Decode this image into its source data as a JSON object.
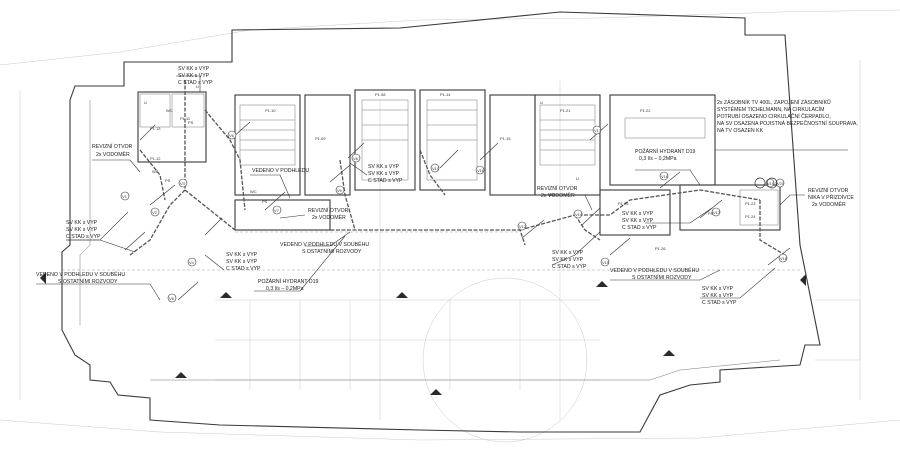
{
  "labels": {
    "sv_top_1": "SV KK s VYP",
    "sv_top_2": "SV KK s VYP",
    "sv_top_3": "C STAD s VYP",
    "revizni_left_1": "REVIZNÍ OTVOR",
    "revizni_left_2": "2x VODOMĚR",
    "sv_left_1": "SV KK s VYP",
    "sv_left_2": "SV KK s VYP",
    "sv_left_3": "C STAD s VYP",
    "vedeno_left_1": "VEDENO V PODHLEDU V SOUBĚHU",
    "vedeno_left_2": "S OSTATNÍMI ROZVODY",
    "sv_midleft_1": "SV KK s VYP",
    "sv_midleft_2": "SV KK s VYP",
    "sv_midleft_3": "C STAD s VYP",
    "vedeno_podhledu": "VEDENO V PODHLEDU",
    "revizni_mid_1": "REVIZNÍ OTVOR",
    "revizni_mid_2": "2x VODOMĚR",
    "sv_center_1": "SV KK s VYP",
    "sv_center_2": "SV KK s VYP",
    "sv_center_3": "C STAD s VYP",
    "vedeno_mid_1": "VEDENO V PODHLEDU V SOUBĚHU",
    "vedeno_mid_2": "S OSTATNÍMI ROZVODY",
    "hydrant_left_1": "POŽÁRNÍ HYDRANT D19",
    "hydrant_left_2": "0,3 l/s – 0,2MPa",
    "hydrant_right_1": "POŽÁRNÍ HYDRANT D19",
    "hydrant_right_2": "0,3 l/s – 0,2MPa",
    "revizni_right_1": "REVIZNÍ OTVOR",
    "revizni_right_2": "2x VODOMĚR",
    "sv_right_1": "SV KK s VYP",
    "sv_right_2": "SV KK s VYP",
    "sv_right_3": "C STAD s VYP",
    "sv_rc_1": "SV KK s VYP",
    "sv_rc_2": "SV KK s VYP",
    "sv_rc_3": "C STAD s VYP",
    "vedeno_right_1": "VEDENO V PODHLEDU V SOUBĚHU",
    "vedeno_right_2": "S OSTATNÍMI ROZVODY",
    "sv_br_1": "SV KK s VYP",
    "sv_br_2": "SV KK s VYP",
    "sv_br_3": "C STAD s VYP",
    "revizni_far_1": "REVIZNÍ OTVOR",
    "revizni_far_2": "NIKA V PŘIZDÍVCE",
    "revizni_far_3": "2x VODOMĚR",
    "zasobnik_1": "2x ZÁSOBNÍK TV 400L, ZAPOJENÍ ZÁSOBNÍKŮ",
    "zasobnik_2": "SYSTÉMEM TICHELMANN, NA CIRKULACÍM",
    "zasobnik_3": "POTRUBÍ OSAZENO CIRKULAČNÍ ČERPADLO,",
    "zasobnik_4": "NA SV OSAZENA POJISTNÁ BEZPEČNOSTNÍ SOUPRAVA,",
    "zasobnik_5": "NA TV OSAZEN KK"
  },
  "room_tags": {
    "r1": "P1.13",
    "r2": "P1.12",
    "r3": "P1.11",
    "r4": "P1.10",
    "r5": "P1.09",
    "r6": "P1.08",
    "r7": "P1.14",
    "r8": "P1.15",
    "r9": "P1.21",
    "r10": "P1.22",
    "r11": "P1.23",
    "r12": "P1.24",
    "r13": "P1.25",
    "r14": "P1.26"
  },
  "fixture_tags": {
    "u1": "U",
    "u2": "U",
    "u3": "U",
    "u4": "U",
    "wc1": "WC",
    "wc2": "WC",
    "wc3": "WC",
    "wc4": "WC",
    "ps1": "PS",
    "ps2": "PS",
    "ps3": "PS",
    "ps4": "PS"
  },
  "riser_tags": [
    "V1",
    "V2",
    "V3",
    "V4",
    "V5",
    "V6",
    "V7",
    "V8",
    "V9",
    "V10",
    "V11",
    "V12",
    "V13",
    "V14",
    "V15",
    "V16",
    "V17",
    "V18",
    "V19",
    "V20"
  ]
}
